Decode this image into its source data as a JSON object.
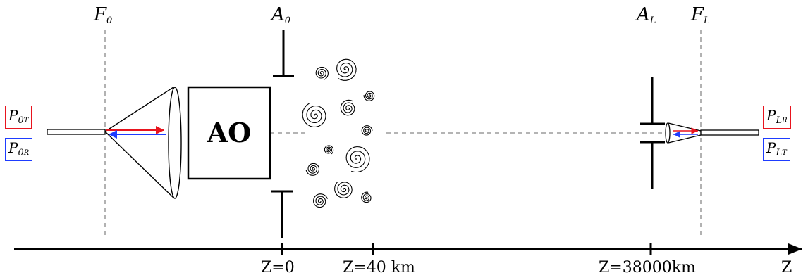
{
  "planes": {
    "f0": {
      "letter": "F",
      "sub": "0"
    },
    "a0": {
      "letter": "A",
      "sub": "0"
    },
    "aL": {
      "letter": "A",
      "sub": "L"
    },
    "fL": {
      "letter": "F",
      "sub": "L"
    }
  },
  "ao_box": {
    "label": "AO"
  },
  "ports": {
    "p0t": {
      "letter": "P",
      "sub": "0",
      "sub2": "T",
      "color": "#e8141e"
    },
    "p0r": {
      "letter": "P",
      "sub": "0",
      "sub2": "R",
      "color": "#1e3cff"
    },
    "plr": {
      "letter": "P",
      "sub": "L",
      "sub2": "R",
      "color": "#e8141e"
    },
    "plt": {
      "letter": "P",
      "sub": "L",
      "sub2": "T",
      "color": "#1e3cff"
    }
  },
  "axis": {
    "name": "Z",
    "ticks": [
      "Z=0",
      "Z=40 km",
      "Z=38000km"
    ]
  },
  "colors": {
    "uplink_arrow": "#e8141e",
    "downlink_arrow": "#1e3cff",
    "dashed": "#888888"
  }
}
